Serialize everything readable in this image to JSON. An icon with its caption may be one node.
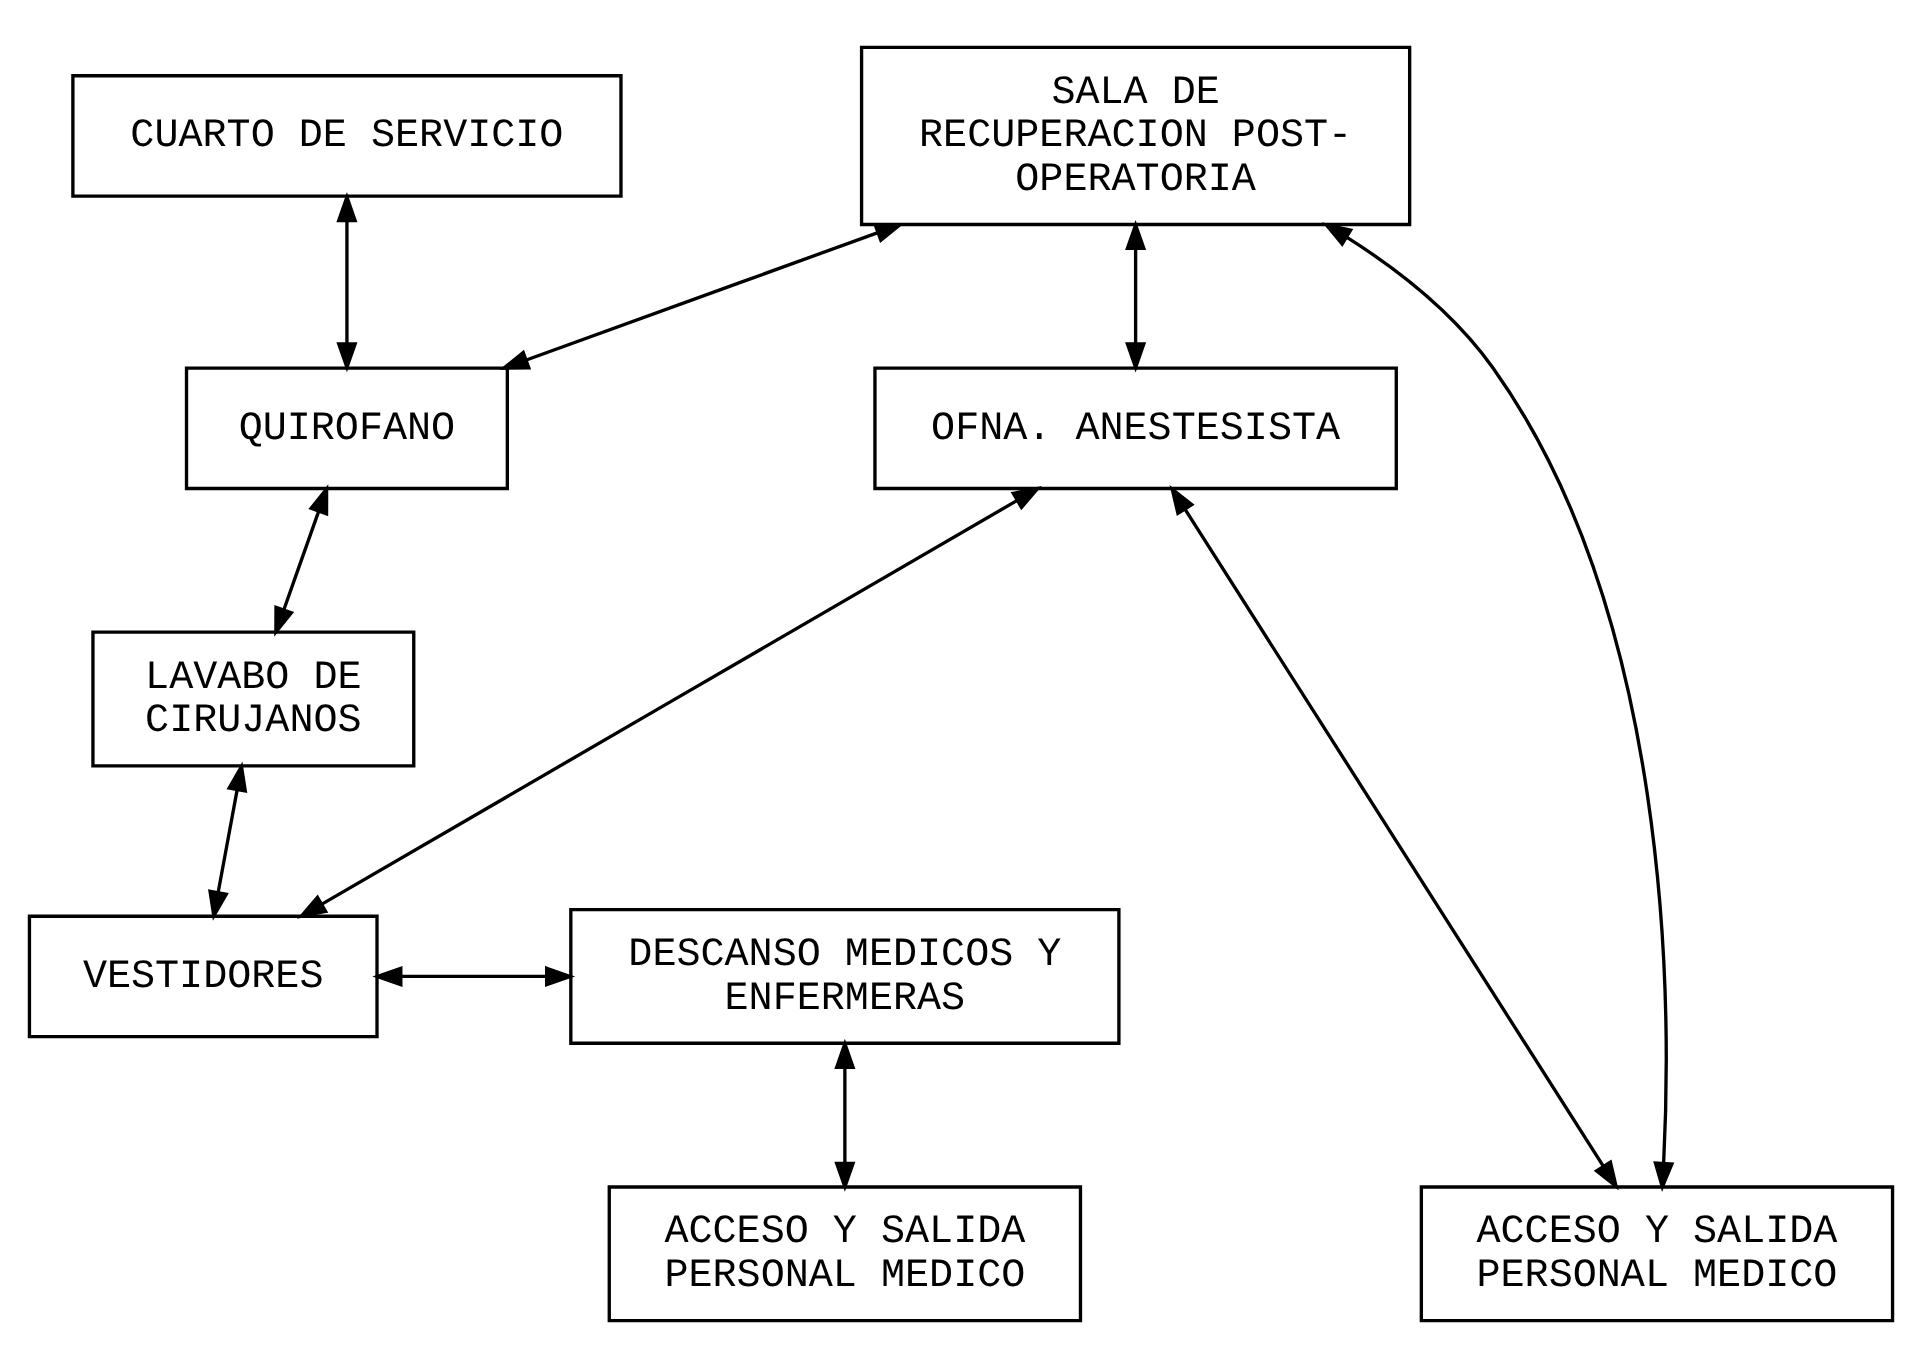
{
  "diagram": {
    "nodes": [
      {
        "text": [
          "SALA DE RECUPERACION POST-OPERATORIA"
        ]
      },
      {
        "text": [
          "CUARTO DE SERVICIO"
        ]
      },
      {
        "text": [
          "OFNA. ANESTESISTA"
        ]
      },
      {
        "text": [
          "QUIROFANO"
        ]
      },
      {
        "text": [
          "LAVABO DE CIRUJANOS"
        ]
      },
      {
        "text": [
          "VESTIDORES"
        ]
      },
      {
        "text": [
          "DESCANSO MEDICOS Y ENFERMERAS"
        ]
      },
      {
        "text": [
          "ACCESO Y SALIDA PERSONAL MEDICO"
        ]
      },
      {
        "text": [
          "ACCESO Y SALIDA PERSONAL MEDICO"
        ]
      }
    ],
    "edges": [
      {
        "from": 0,
        "to": 2,
        "arrow": "both"
      },
      {
        "from": 0,
        "to": 3,
        "arrow": "both"
      },
      {
        "from": 1,
        "to": 3,
        "arrow": "both"
      },
      {
        "from": 0,
        "to": 7,
        "arrow": "both"
      },
      {
        "from": 7,
        "to": 2,
        "arrow": "both"
      },
      {
        "from": 2,
        "to": 5,
        "arrow": "both"
      },
      {
        "from": 3,
        "to": 4,
        "arrow": "both"
      },
      {
        "from": 4,
        "to": 5,
        "arrow": "both"
      },
      {
        "from": 5,
        "to": 6,
        "arrow": "both"
      },
      {
        "from": 6,
        "to": 8,
        "arrow": "both"
      }
    ]
  }
}
